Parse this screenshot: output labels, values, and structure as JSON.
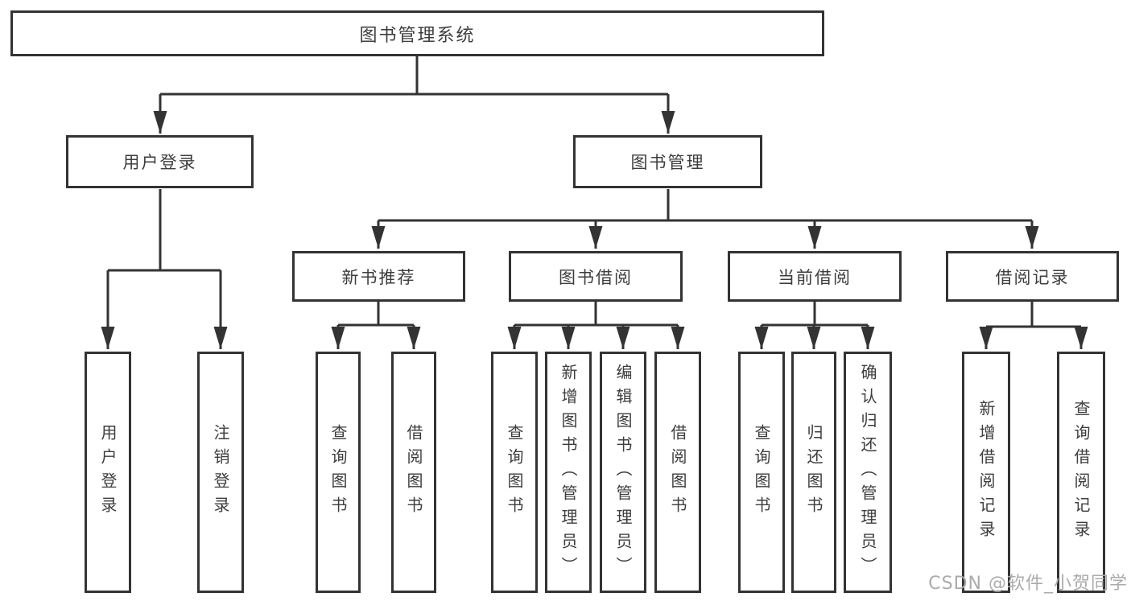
{
  "diagram": {
    "root": "图书管理系统",
    "level2": [
      "用户登录",
      "图书管理"
    ],
    "level3": [
      "新书推荐",
      "图书借阅",
      "当前借阅",
      "借阅记录"
    ],
    "leaves": [
      "用户登录",
      "注销登录",
      "查询图书",
      "借阅图书",
      "查询图书",
      "新增图书（管理员）",
      "编辑图书（管理员）",
      "借阅图书",
      "查询图书",
      "归还图书",
      "确认归还（管理员）",
      "新增借阅记录",
      "查询借阅记录"
    ]
  },
  "watermark": "CSDN @软件_小贺同学",
  "colors": {
    "line": "#333333",
    "text": "#3d3d3d",
    "watermark": "#ababab",
    "background": "#ffffff"
  }
}
